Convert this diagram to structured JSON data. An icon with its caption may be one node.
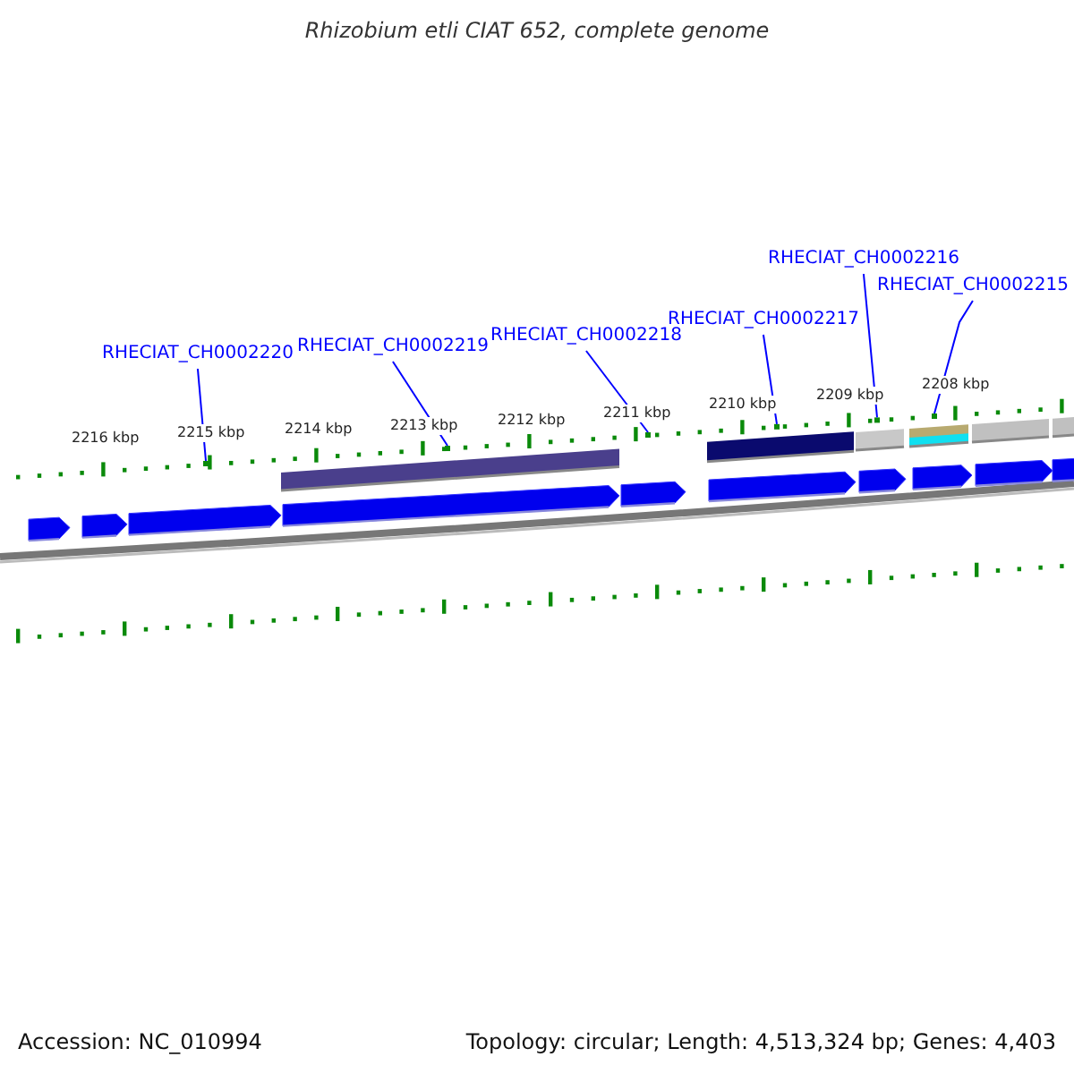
{
  "diagram": {
    "title": "Rhizobium etli CIAT 652, complete genome",
    "nodes": [
      {
        "text": [
          "RHECIAT_CH0002220"
        ]
      },
      {
        "text": [
          "RHECIAT_CH0002219"
        ]
      },
      {
        "text": [
          "RHECIAT_CH0002218"
        ]
      },
      {
        "text": [
          "RHECIAT_CH0002217"
        ]
      },
      {
        "text": [
          "RHECIAT_CH0002216"
        ]
      },
      {
        "text": [
          "RHECIAT_CH0002215"
        ]
      },
      {
        "text": [],
        "shape": "box"
      },
      {
        "text": [],
        "shape": "box"
      },
      {
        "text": [],
        "shape": "box"
      },
      {
        "text": [],
        "shape": "box"
      },
      {
        "text": [],
        "shape": "box"
      },
      {
        "text": [],
        "shape": "box"
      }
    ],
    "edges": [
      {
        "from": 0,
        "to": 6,
        "arrow": "none"
      },
      {
        "from": 1,
        "to": 7,
        "arrow": "none"
      },
      {
        "from": 2,
        "to": 8,
        "arrow": "none"
      },
      {
        "from": 3,
        "to": 9,
        "arrow": "none"
      },
      {
        "from": 4,
        "to": 10,
        "arrow": "none"
      },
      {
        "from": 5,
        "to": 11,
        "arrow": "none"
      }
    ],
    "labels": [
      "2216 kbp",
      "2215 kbp",
      "2214 kbp",
      "2213 kbp",
      "2212 kbp",
      "2211 kbp",
      "2210 kbp",
      "2209 kbp",
      "2208 kbp",
      "Accession: NC_010994",
      "Topology: circular; Length: 4,513,324 bp; Genes: 4,403"
    ]
  }
}
